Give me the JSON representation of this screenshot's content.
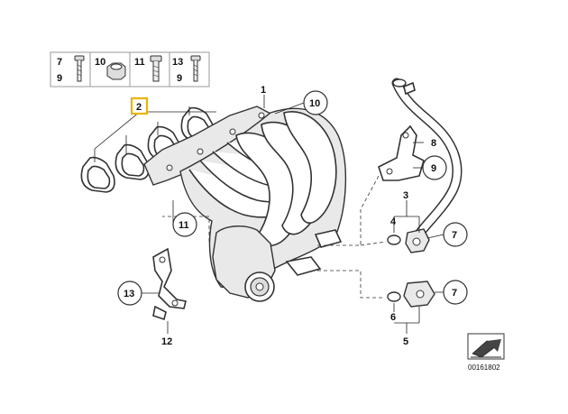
{
  "diagram": {
    "legend_labels": [
      "7",
      "9",
      "10",
      "11",
      "13",
      "9"
    ],
    "callouts": {
      "c1": "1",
      "c2": "2",
      "c3": "3",
      "c4": "4",
      "c5": "5",
      "c6": "6",
      "c7a": "7",
      "c7b": "7",
      "c8": "8",
      "c9": "9",
      "c10": "10",
      "c11": "11",
      "c12": "12",
      "c13": "13"
    },
    "highlighted_callout": "2",
    "highlight_color": "#e8b400",
    "catalog_number": "00161802"
  }
}
